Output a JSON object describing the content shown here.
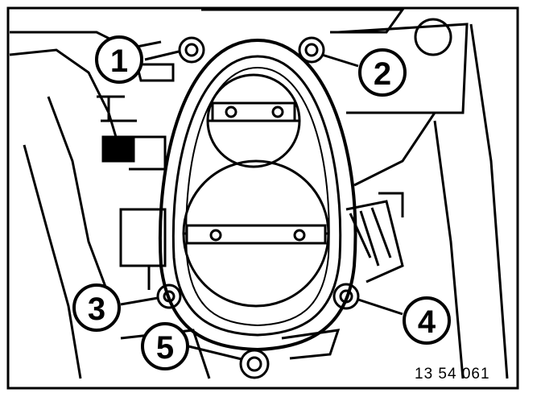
{
  "figure_code": "13 54 061",
  "callouts": [
    {
      "id": "1",
      "label": "1"
    },
    {
      "id": "2",
      "label": "2"
    },
    {
      "id": "3",
      "label": "3"
    },
    {
      "id": "4",
      "label": "4"
    },
    {
      "id": "5",
      "label": "5"
    }
  ]
}
